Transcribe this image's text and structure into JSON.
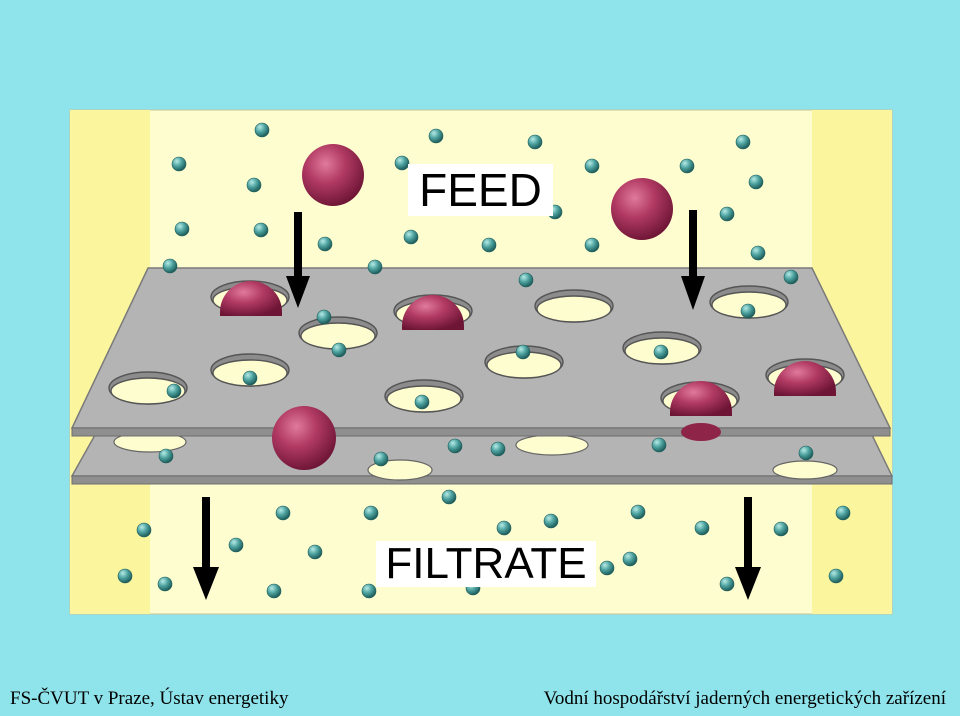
{
  "diagram": {
    "feed_label": "FEED",
    "filtrate_label": "FILTRATE"
  },
  "footer": {
    "left": "FS-ČVUT v Praze, Ústav energetiky",
    "right": "Vodní hospodářství jaderných energetických zařízení"
  },
  "colors": {
    "background": "#8fe3ea",
    "chamber": "#fefdd0",
    "chamber_side": "#fbf59e",
    "membrane": "#b4b4b4",
    "large_particle": "#a8325a",
    "small_particle": "#4ea3a0"
  }
}
